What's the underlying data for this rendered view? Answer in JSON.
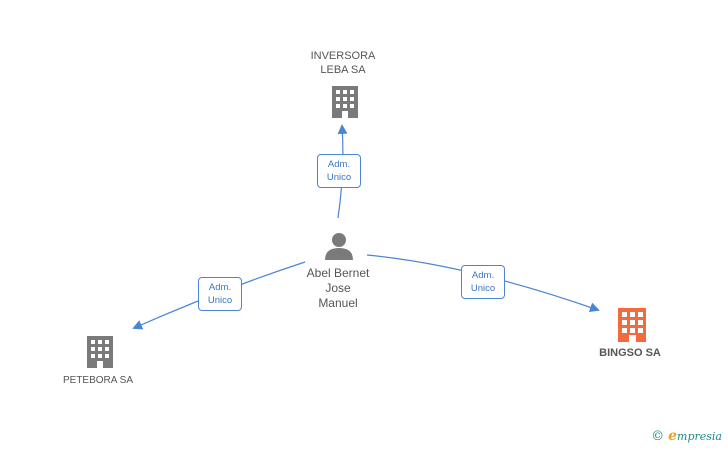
{
  "nodes": {
    "inversora": {
      "line1": "INVERSORA",
      "line2": "LEBA SA"
    },
    "person": {
      "line1": "Abel Bernet",
      "line2": "Jose",
      "line3": "Manuel"
    },
    "petebora": {
      "label": "PETEBORA SA"
    },
    "bingso": {
      "label": "BINGSO SA"
    }
  },
  "edges": {
    "to_inversora": {
      "line1": "Adm.",
      "line2": "Unico"
    },
    "to_petebora": {
      "line1": "Adm.",
      "line2": "Unico"
    },
    "to_bingso": {
      "line1": "Adm.",
      "line2": "Unico"
    }
  },
  "brand": {
    "copyright": "©",
    "initial": "e",
    "rest": "mpresia"
  },
  "colors": {
    "edge": "#4a86d4",
    "building": "#7a7a7a",
    "building_highlight": "#f26a3d",
    "person": "#7a7a7a"
  },
  "icons": {
    "company": "building-icon",
    "person": "person-icon"
  }
}
